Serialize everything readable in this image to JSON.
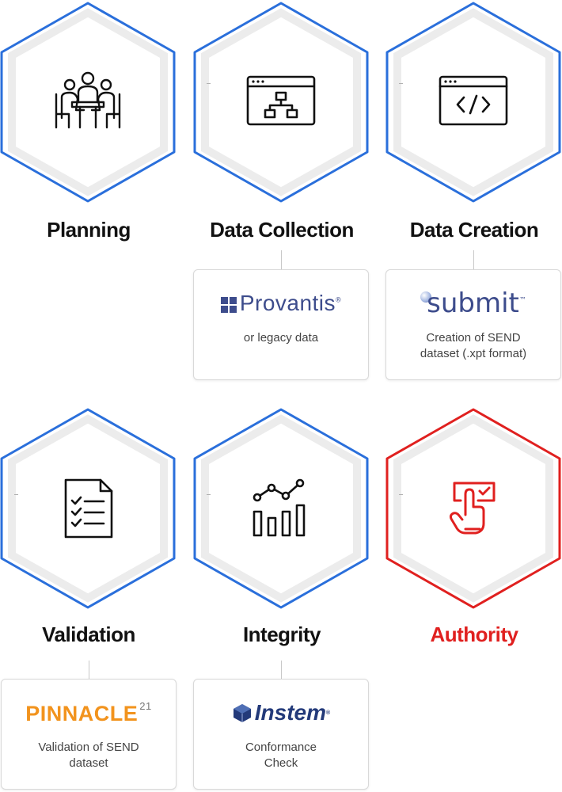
{
  "colors": {
    "blue": "#2a6fdb",
    "red": "#e0201f",
    "text": "#111111",
    "muted": "#444444"
  },
  "steps": [
    {
      "label": "Planning",
      "icon": "meeting-people-icon",
      "accent": "blue"
    },
    {
      "label": "Data Collection",
      "icon": "browser-sitemap-icon",
      "accent": "blue"
    },
    {
      "label": "Data Creation",
      "icon": "browser-code-icon",
      "accent": "blue"
    },
    {
      "label": "Validation",
      "icon": "checklist-document-icon",
      "accent": "blue"
    },
    {
      "label": "Integrity",
      "icon": "bar-line-chart-icon",
      "accent": "blue"
    },
    {
      "label": "Authority",
      "icon": "hand-click-check-icon",
      "accent": "red"
    }
  ],
  "cards": {
    "data_collection": {
      "logo": "Provantis",
      "logo_mark": "®",
      "desc": "or legacy data"
    },
    "data_creation": {
      "logo": "submit",
      "logo_mark": "™",
      "desc": "Creation of SEND dataset (.xpt format)"
    },
    "validation": {
      "logo": "PINNACLE",
      "logo_mark": "21",
      "desc": "Validation of SEND dataset"
    },
    "integrity": {
      "logo": "Instem",
      "logo_mark": "®",
      "desc": "Conformance Check"
    }
  }
}
